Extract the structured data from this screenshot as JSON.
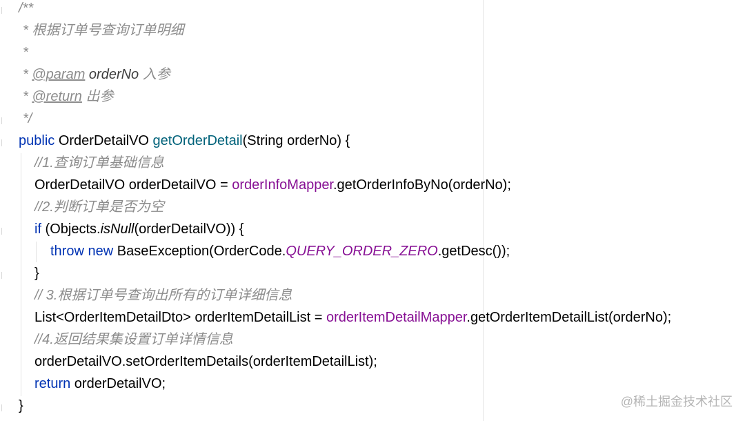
{
  "editor": {
    "doc_comment": {
      "open": "/**",
      "summary": "* 根据订单号查询订单明细",
      "blank": "*",
      "star": "*",
      "param_tag": "@param",
      "param_name": "orderNo",
      "param_desc": "入参",
      "return_tag": "@return",
      "return_desc": "出参",
      "close": "*/"
    },
    "signature": {
      "modifier": "public",
      "return_type": "OrderDetailVO",
      "method_name": "getOrderDetail",
      "params": "(String orderNo) {"
    },
    "comment_1": "//1.查询订单基础信息",
    "line_query": {
      "decl": "OrderDetailVO orderDetailVO = ",
      "field": "orderInfoMapper",
      "call": ".getOrderInfoByNo(orderNo);"
    },
    "comment_2": "//2.判断订单是否为空",
    "line_if": {
      "keyword": "if",
      "open": " (Objects.",
      "static_method": "isNull",
      "rest": "(orderDetailVO)) {"
    },
    "line_throw": {
      "kw_throw": "throw",
      "kw_new": "new",
      "ctor": "BaseException(OrderCode.",
      "constant": "QUERY_ORDER_ZERO",
      "rest": ".getDesc());"
    },
    "if_close": "}",
    "comment_3": "// 3.根据订单号查询出所有的订单详细信息",
    "line_list": {
      "decl": "List<OrderItemDetailDto> orderItemDetailList = ",
      "field": "orderItemDetailMapper",
      "call": ".getOrderItemDetailList(orderNo);"
    },
    "comment_4": "//4.返回结果集设置订单详情信息",
    "line_set": "orderDetailVO.setOrderItemDetails(orderItemDetailList);",
    "line_return": {
      "keyword": "return",
      "rest": " orderDetailVO;"
    },
    "method_close": "}"
  },
  "watermark": "@稀土掘金技术社区",
  "colors": {
    "keyword": "#0033b3",
    "method_declaration": "#00627a",
    "field": "#871094",
    "comment": "#8c8c8c"
  }
}
